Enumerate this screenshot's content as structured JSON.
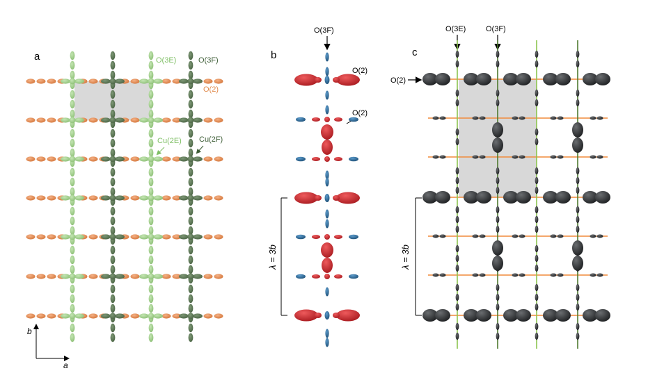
{
  "panels": {
    "a": {
      "letter": "a",
      "labels": {
        "o3e": "O(3E)",
        "o3f": "O(3F)",
        "o2": "O(2)",
        "cu2e": "Cu(2E)",
        "cu2f": "Cu(2F)"
      },
      "axes": {
        "b": "b",
        "a": "a"
      }
    },
    "b": {
      "letter": "b",
      "labels": {
        "o3f": "O(3F)",
        "o2_top": "O(2)",
        "o2_mid": "O(2)"
      },
      "lambda": "λ = 3b"
    },
    "c": {
      "letter": "c",
      "labels": {
        "o3e": "O(3E)",
        "o3f": "O(3F)",
        "o2": "O(2)"
      },
      "lambda": "λ = 3b"
    }
  },
  "colors": {
    "light_green": "#9ccf86",
    "dark_green": "#5d7a55",
    "orange": "#e08a4c",
    "red": "#c8262a",
    "blue": "#2e6e9e",
    "dark_gray": "#2b2d2f",
    "shade": "#d8d8d8",
    "line_green_light": "#8cc44f",
    "line_green_dark": "#4e7a2e",
    "line_orange": "#f08a3a"
  }
}
